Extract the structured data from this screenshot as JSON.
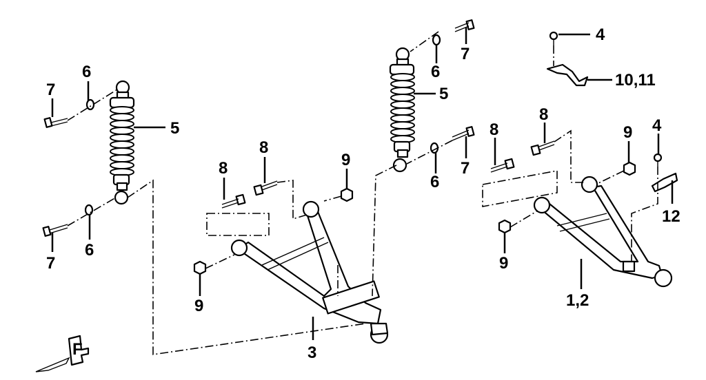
{
  "diagram": {
    "callouts": [
      {
        "id": "shock-left-5",
        "text": "5"
      },
      {
        "id": "shock-mid-5",
        "text": "5"
      },
      {
        "id": "bolt-left-top-7",
        "text": "7"
      },
      {
        "id": "bolt-left-bottom-7",
        "text": "7"
      },
      {
        "id": "bolt-mid-top-7",
        "text": "7"
      },
      {
        "id": "bolt-mid-bottom-7",
        "text": "7"
      },
      {
        "id": "washer-left-top-6",
        "text": "6"
      },
      {
        "id": "washer-left-bottom-6",
        "text": "6"
      },
      {
        "id": "washer-mid-top-6",
        "text": "6"
      },
      {
        "id": "washer-mid-bottom-6",
        "text": "6"
      },
      {
        "id": "bolt-mid-left-8",
        "text": "8"
      },
      {
        "id": "bolt-mid-right-8",
        "text": "8"
      },
      {
        "id": "bolt-right-left-8",
        "text": "8"
      },
      {
        "id": "bolt-right-right-8",
        "text": "8"
      },
      {
        "id": "nut-mid-top-9",
        "text": "9"
      },
      {
        "id": "nut-mid-bottom-9",
        "text": "9"
      },
      {
        "id": "nut-right-top-9",
        "text": "9"
      },
      {
        "id": "nut-right-bottom-9",
        "text": "9"
      },
      {
        "id": "screw-top-4",
        "text": "4"
      },
      {
        "id": "screw-right-4",
        "text": "4"
      },
      {
        "id": "bracket-10-11",
        "text": "10,11"
      },
      {
        "id": "clip-12",
        "text": "12"
      },
      {
        "id": "arm-upper-3",
        "text": "3"
      },
      {
        "id": "arm-lower-1-2",
        "text": "1,2"
      }
    ],
    "direction_marker": "F"
  }
}
